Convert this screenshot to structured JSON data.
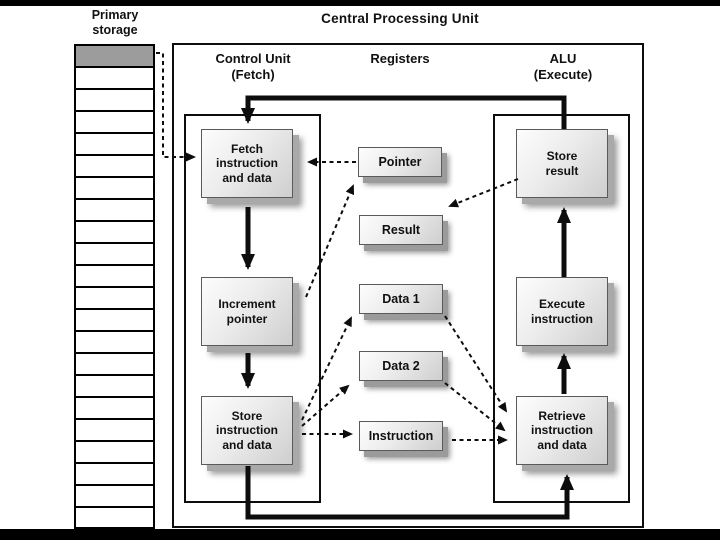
{
  "title": "Central Processing Unit",
  "primary_storage": {
    "label": "Primary\nstorage",
    "cell_count": 22,
    "highlighted_cell_index": 0,
    "highlight_color": "#9c9c9c"
  },
  "column_headers": {
    "control_unit": "Control Unit\n(Fetch)",
    "registers": "Registers",
    "alu": "ALU\n(Execute)"
  },
  "nodes": {
    "fetch": "Fetch\ninstruction\nand data",
    "increment_pointer": "Increment\npointer",
    "store_instruction": "Store\ninstruction\nand data",
    "pointer": "Pointer",
    "result": "Result",
    "data_1": "Data 1",
    "data_2": "Data 2",
    "instruction": "Instruction",
    "store_result": "Store\nresult",
    "execute_instruction": "Execute\ninstruction",
    "retrieve_instruction": "Retrieve\ninstruction\nand data"
  },
  "edges": [
    {
      "from": "store_result",
      "to": "fetch",
      "style": "solid"
    },
    {
      "from": "fetch",
      "to": "increment_pointer",
      "style": "solid"
    },
    {
      "from": "increment_pointer",
      "to": "store_instruction",
      "style": "solid"
    },
    {
      "from": "store_instruction",
      "to": "retrieve_instruction",
      "style": "solid"
    },
    {
      "from": "retrieve_instruction",
      "to": "execute_instruction",
      "style": "solid"
    },
    {
      "from": "execute_instruction",
      "to": "store_result",
      "style": "solid"
    },
    {
      "from": "primary_storage",
      "to": "fetch",
      "style": "dashed"
    },
    {
      "from": "pointer",
      "to": "fetch",
      "style": "dashed"
    },
    {
      "from": "increment_pointer",
      "to": "pointer",
      "style": "dashed"
    },
    {
      "from": "store_result",
      "to": "result",
      "style": "dashed"
    },
    {
      "from": "store_instruction",
      "to": "data_1",
      "style": "dashed"
    },
    {
      "from": "store_instruction",
      "to": "data_2",
      "style": "dashed"
    },
    {
      "from": "store_instruction",
      "to": "instruction",
      "style": "dashed"
    },
    {
      "from": "data_1",
      "to": "retrieve_instruction",
      "style": "dashed"
    },
    {
      "from": "data_2",
      "to": "retrieve_instruction",
      "style": "dashed"
    },
    {
      "from": "instruction",
      "to": "retrieve_instruction",
      "style": "dashed"
    }
  ],
  "colors": {
    "letterbox": "#000000",
    "line": "#0d0d0d",
    "box_face": "#e8e8e8",
    "storage_highlight": "#9c9c9c"
  }
}
